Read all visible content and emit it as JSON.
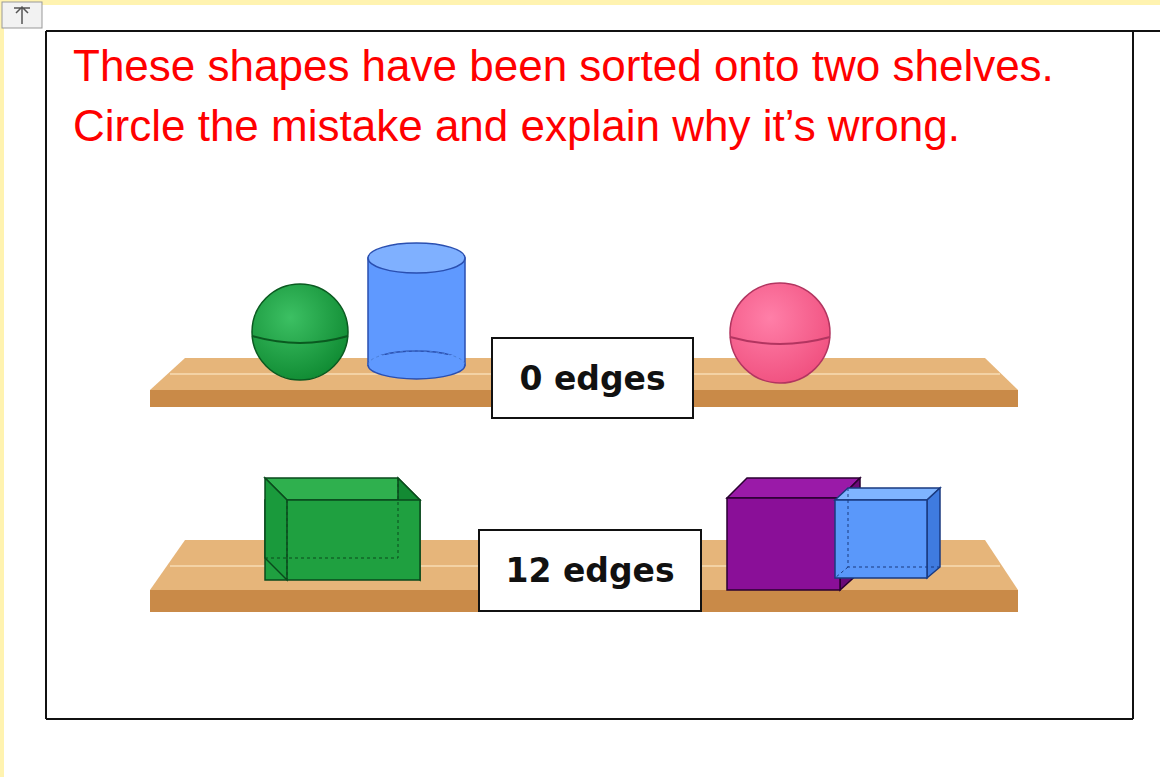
{
  "diagram": {
    "title": "These shapes have been sorted onto two shelves. Circle the mistake and explain why it’s wrong.",
    "nodes": [
      {
        "text": [
          "0 edges"
        ]
      },
      {
        "text": [
          "12 edges"
        ]
      }
    ]
  }
}
